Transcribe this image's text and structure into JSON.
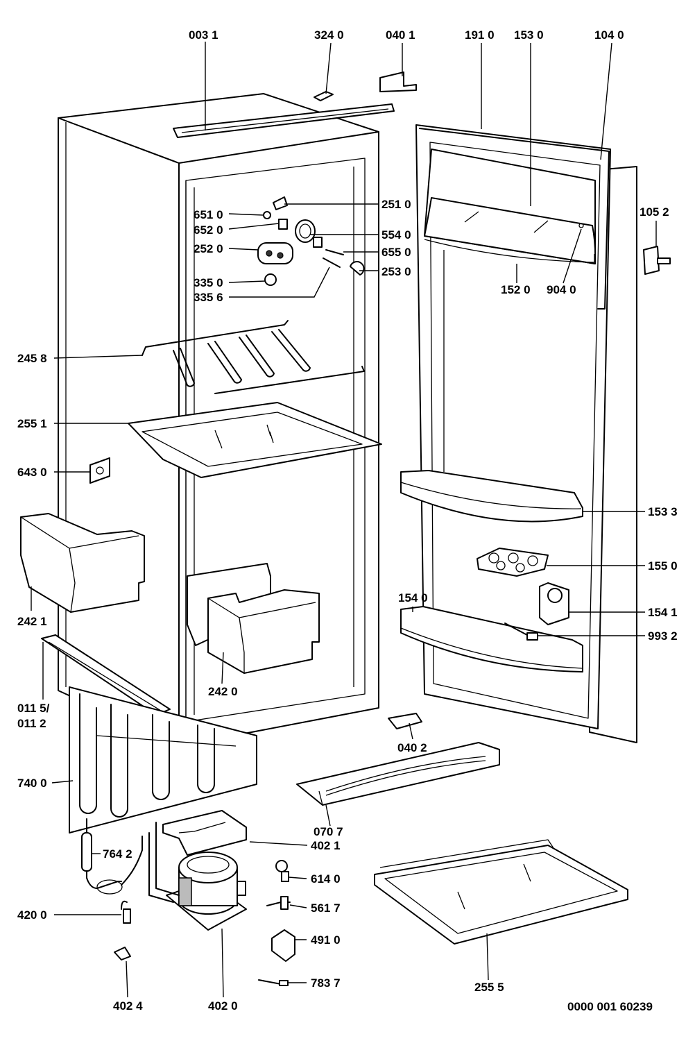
{
  "labels": {
    "l_0031": "003 1",
    "l_3240": "324 0",
    "l_0401": "040 1",
    "l_1910": "191 0",
    "l_1530": "153 0",
    "l_1040": "104 0",
    "l_2510": "251 0",
    "l_6510": "651 0",
    "l_6520": "652 0",
    "l_5540": "554 0",
    "l_2520": "252 0",
    "l_6550": "655 0",
    "l_2530": "253 0",
    "l_3350": "335 0",
    "l_3356": "335 6",
    "l_1052": "105 2",
    "l_1520": "152 0",
    "l_9040": "904 0",
    "l_2458": "245 8",
    "l_2551": "255 1",
    "l_6430": "643 0",
    "l_1533": "153 3",
    "l_1550": "155 0",
    "l_2421": "242 1",
    "l_1540": "154 0",
    "l_1541": "154 1",
    "l_9932": "993 2",
    "l_2420": "242 0",
    "l_0115": "011 5/",
    "l_0112": "011 2",
    "l_0402": "040 2",
    "l_7400": "740 0",
    "l_0707": "070 7",
    "l_4021": "402 1",
    "l_7642": "764 2",
    "l_6140": "614 0",
    "l_5617": "561 7",
    "l_4200": "420 0",
    "l_4910": "491 0",
    "l_7837": "783 7",
    "l_4024": "402 4",
    "l_4020": "402 0",
    "l_2555": "255 5"
  },
  "drawing_ref": "0000 001 60239"
}
